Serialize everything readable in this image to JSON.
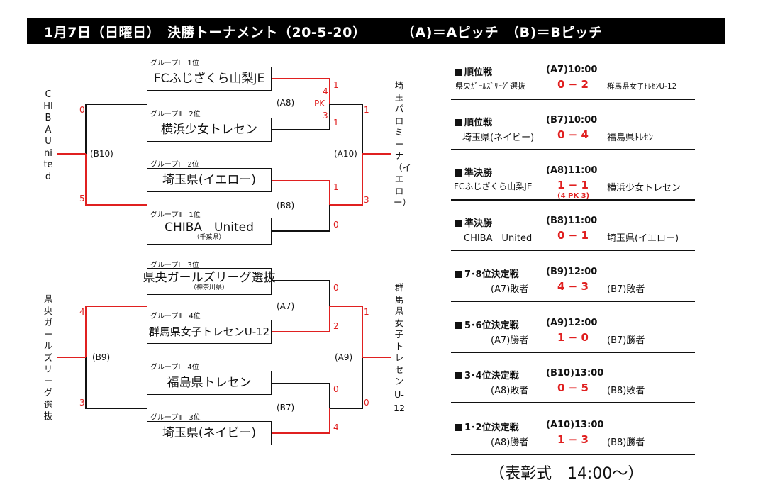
{
  "title": {
    "main": "1月7日（日曜日）　決勝トーナメント（20-5-20）",
    "pitches": "（A)＝Aピッチ　（B)＝Bピッチ"
  },
  "teams": [
    {
      "group": "グループⅠ　1位",
      "name": "FCふじざくら山梨JE",
      "sub": ""
    },
    {
      "group": "グループⅡ　2位",
      "name": "横浜少女トレセン",
      "sub": ""
    },
    {
      "group": "グループⅠ　2位",
      "name": "埼玉県(イエロー)",
      "sub": ""
    },
    {
      "group": "グループⅡ　1位",
      "name": "CHIBA　United",
      "sub": "（千葉県）"
    },
    {
      "group": "グループⅠ　3位",
      "name": "県央ガールズリーグ選抜",
      "sub": "（神奈川県）"
    },
    {
      "group": "グループⅡ　4位",
      "name": "群馬県女子トレセンU-12",
      "sub": ""
    },
    {
      "group": "グループⅠ　4位",
      "name": "福島県トレセン",
      "sub": ""
    },
    {
      "group": "グループⅡ　3位",
      "name": "埼玉県(ネイビー)",
      "sub": ""
    }
  ],
  "match_codes": {
    "a8": "(A8)",
    "b8": "(B8)",
    "a7": "(A7)",
    "b7": "(B7)",
    "b10": "(B10)",
    "a10": "(A10)",
    "b9": "(B9)",
    "a9": "(A9)"
  },
  "scores": {
    "a8_top": "1",
    "a8_bottom": "1",
    "a8_pk_label": "PK",
    "a8_pk_top": "4",
    "a8_pk_bottom": "3",
    "b8_top": "1",
    "b8_bottom": "0",
    "a7_top": "0",
    "a7_bottom": "2",
    "b7_top": "0",
    "b7_bottom": "4",
    "b10_top": "0",
    "b10_bottom": "5",
    "a10_top": "1",
    "a10_bottom": "3",
    "b9_top": "4",
    "b9_bottom": "3",
    "a9_top": "1",
    "a9_bottom": "0"
  },
  "vertical_labels": {
    "chiba": "CHIBA Unite",
    "chiba_end": "d",
    "saitama_yellow": "埼玉パロミーナ（イエロー）",
    "kenou": "県央ガールズリーグ選抜",
    "gunma": "群馬県女子トレセンU",
    "gunma_num": "-12"
  },
  "results": [
    {
      "header": "順位戦",
      "time": "(A7)10:00",
      "home": "県央ｶﾞｰﾙｽﾞﾘｰｸﾞ選抜",
      "score": "0 − 2",
      "away": "群馬県女子ﾄﾚｾﾝU-12",
      "pk": ""
    },
    {
      "header": "順位戦",
      "time": "(B7)10:00",
      "home": "埼玉県(ネイビー)",
      "score": "0 − 4",
      "away": "福島県ﾄﾚｾﾝ",
      "pk": ""
    },
    {
      "header": "準決勝",
      "time": "(A8)11:00",
      "home": "FCふじざくら山梨JE",
      "score": "1 − 1",
      "away": "横浜少女トレセン",
      "pk": "(4 PK 3)"
    },
    {
      "header": "準決勝",
      "time": "(B8)11:00",
      "home": "CHIBA　United",
      "score": "0 − 1",
      "away": "埼玉県(イエロー)",
      "pk": ""
    },
    {
      "header": "7･8位決定戦",
      "time": "(B9)12:00",
      "home": "(A7)敗者",
      "score": "4 − 3",
      "away": "(B7)敗者",
      "pk": ""
    },
    {
      "header": "5･6位決定戦",
      "time": "(A9)12:00",
      "home": "(A7)勝者",
      "score": "1 − 0",
      "away": "(B7)勝者",
      "pk": ""
    },
    {
      "header": "3･4位決定戦",
      "time": "(B10)13:00",
      "home": "(A8)敗者",
      "score": "0 − 5",
      "away": "(B8)敗者",
      "pk": ""
    },
    {
      "header": "1･2位決定戦",
      "time": "(A10)13:00",
      "home": "(A8)勝者",
      "score": "1 − 3",
      "away": "(B8)勝者",
      "pk": ""
    }
  ],
  "ceremony": "（表彰式　14:00〜）",
  "colors": {
    "winner_line": "#e02020",
    "loser_line": "#111111",
    "title_bg": "#000000"
  }
}
